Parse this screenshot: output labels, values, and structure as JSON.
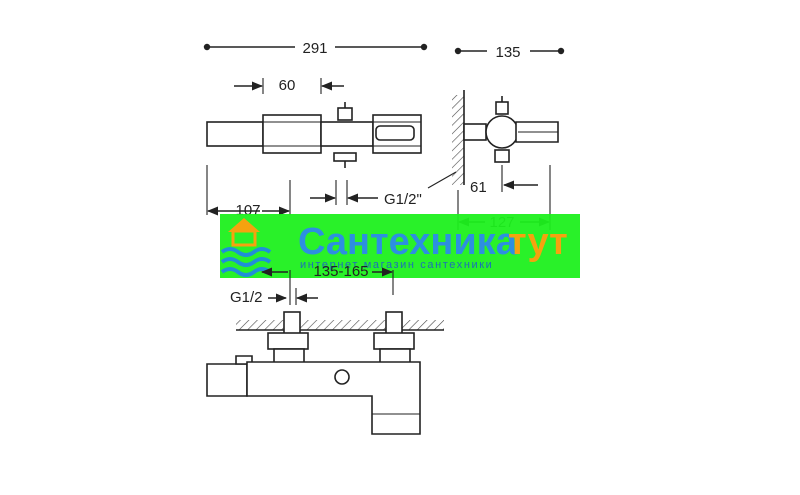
{
  "dimensions": {
    "total_length": "291",
    "depth": "135",
    "body_width": "60",
    "left_offset": "107",
    "thread_top": "G1/2\"",
    "wall_offset": "61",
    "spout_length": "127",
    "inlet_spacing": "135-165",
    "thread_bottom": "G1/2"
  },
  "watermark": {
    "title_part1": "Сантехника",
    "title_part2": "тут",
    "subtitle": "интернет магазин сантехники",
    "colors": {
      "band": "#1ef01e",
      "title": "#2d8fe0",
      "accent": "#f5a20f",
      "wave": "#1f8fd8"
    }
  }
}
